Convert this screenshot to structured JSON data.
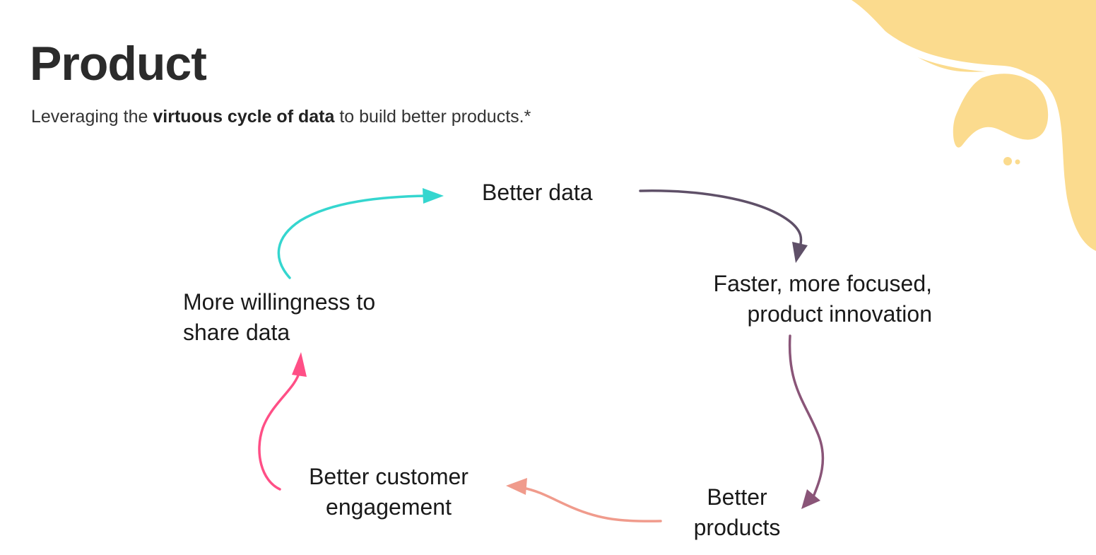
{
  "slide": {
    "title": "Product",
    "subtitle": {
      "before": "Leveraging the ",
      "bold": "virtuous cycle of data",
      "after": " to build better products.*"
    }
  },
  "cycle": {
    "nodes": [
      {
        "id": "better-data",
        "lines": [
          "Better data"
        ]
      },
      {
        "id": "innovation",
        "lines": [
          "Faster, more focused,",
          "product innovation"
        ]
      },
      {
        "id": "better-products",
        "lines": [
          "Better",
          "products"
        ]
      },
      {
        "id": "engagement",
        "lines": [
          "Better customer",
          "engagement"
        ]
      },
      {
        "id": "willingness",
        "lines": [
          "More willingness to",
          "share data"
        ]
      }
    ],
    "arrow_colors": {
      "better-data-to-innovation": "#5f5068",
      "innovation-to-products": "#8a5578",
      "products-to-engagement": "#f09b8c",
      "engagement-to-willingness": "#ff4f86",
      "willingness-to-better-data": "#35d6cf"
    }
  },
  "decoration": {
    "blob_color": "#fbdb8e"
  }
}
